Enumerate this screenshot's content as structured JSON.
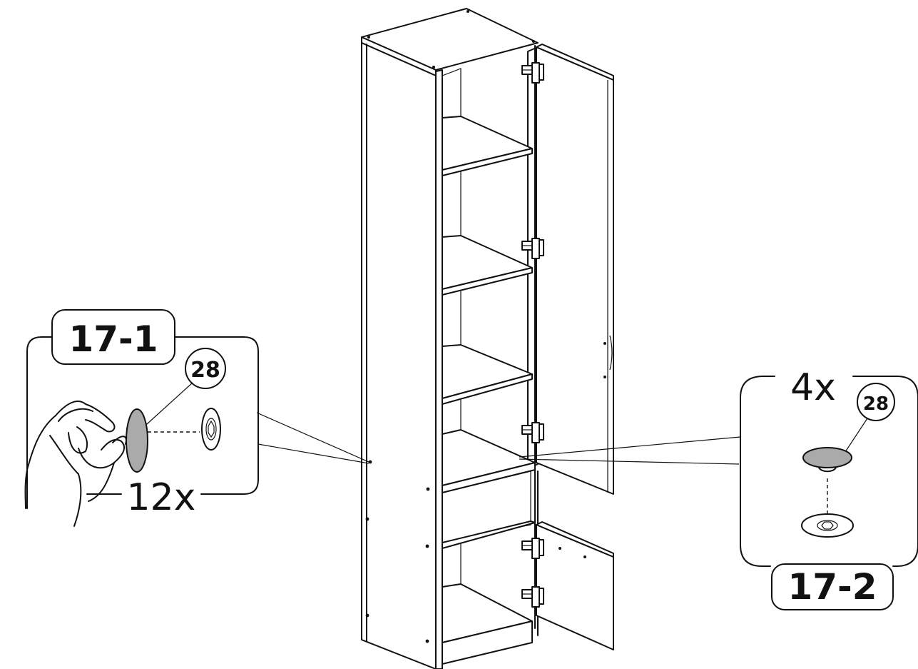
{
  "callouts": {
    "left": {
      "step": "17-1",
      "qty": "12x",
      "part": "28"
    },
    "right": {
      "step": "17-2",
      "qty": "4x",
      "part": "28"
    }
  },
  "colors": {
    "line": "#111111",
    "cap_fill": "#aaaaaa",
    "background": "#ffffff"
  },
  "icons": [
    "hand-icon",
    "cover-cap-icon",
    "cam-fitting-icon",
    "door-hinge-icon"
  ]
}
